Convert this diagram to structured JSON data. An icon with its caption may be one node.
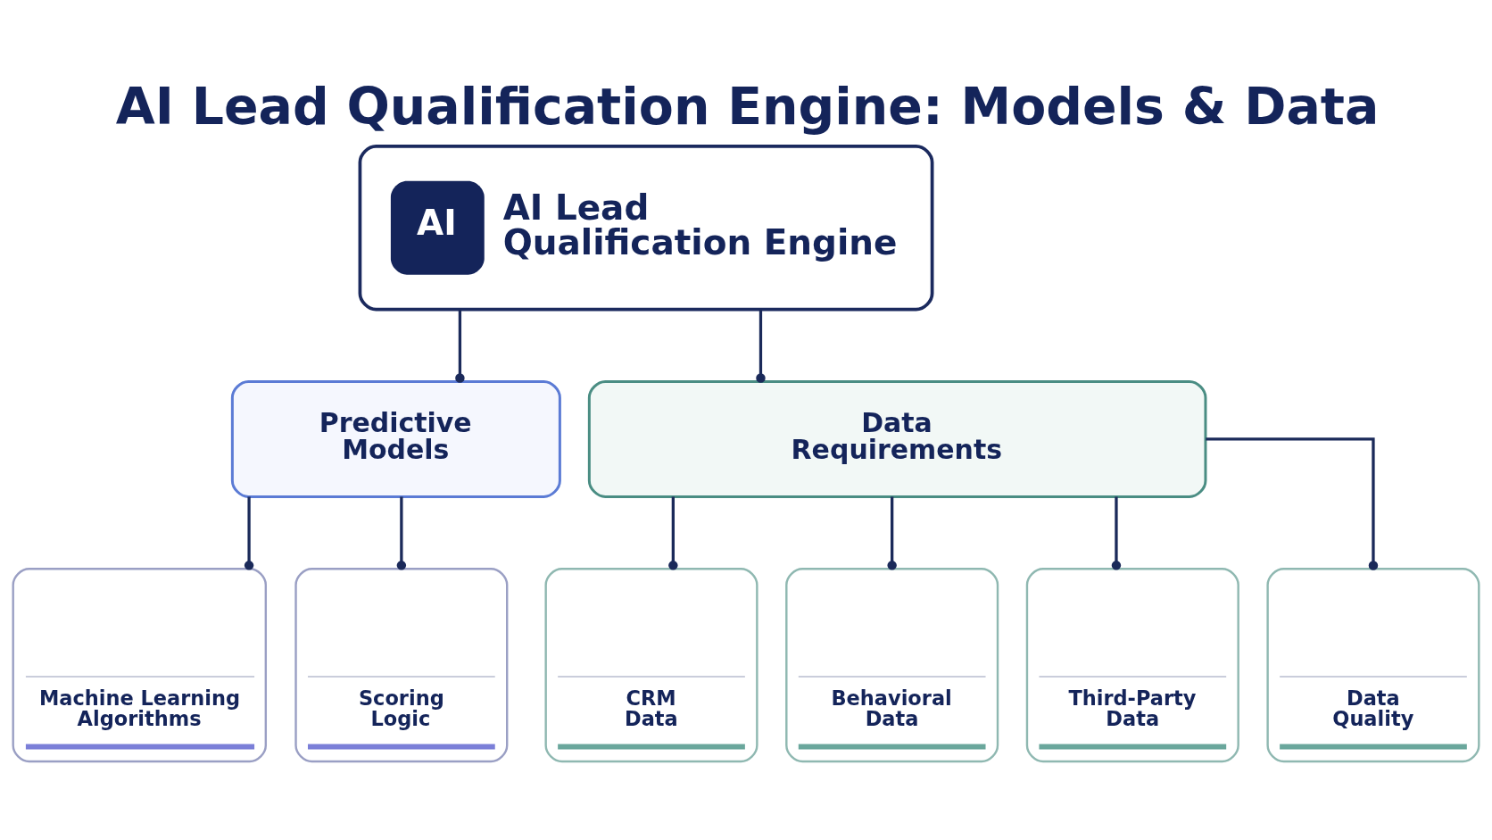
{
  "diagram": {
    "title": "AI Lead Qualification Engine: Models & Data",
    "nodes": [
      {
        "text": [
          "AI",
          "AI Lead Qualification Engine"
        ]
      },
      {
        "text": [
          "Predictive Models"
        ]
      },
      {
        "text": [
          "Data Requirements"
        ]
      },
      {
        "text": [
          "Machine Learning Algorithms"
        ]
      },
      {
        "text": [
          "Scoring Logic"
        ]
      },
      {
        "text": [
          "CRM Data"
        ]
      },
      {
        "text": [
          "Behavioral Data"
        ]
      },
      {
        "text": [
          "Third-Party Data"
        ]
      },
      {
        "text": [
          "Data Quality"
        ]
      }
    ],
    "edges": [
      {
        "from": 0,
        "to": 1,
        "arrow": "other"
      },
      {
        "from": 0,
        "to": 2,
        "arrow": "other"
      },
      {
        "from": 1,
        "to": 3,
        "arrow": "other"
      },
      {
        "from": 1,
        "to": 4,
        "arrow": "other"
      },
      {
        "from": 2,
        "to": 5,
        "arrow": "other"
      },
      {
        "from": 2,
        "to": 6,
        "arrow": "other"
      },
      {
        "from": 2,
        "to": 7,
        "arrow": "other"
      },
      {
        "from": 2,
        "to": 8,
        "arrow": "other"
      }
    ]
  }
}
